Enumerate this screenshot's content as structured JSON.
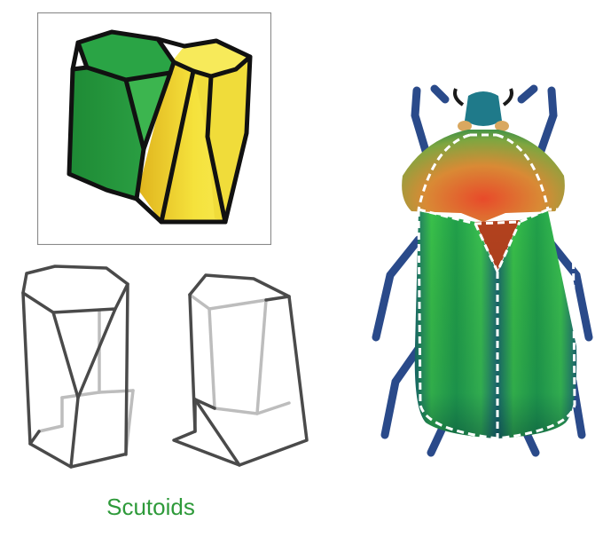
{
  "caption": "Scutoids",
  "colors": {
    "caption": "#2e9a3a",
    "green_solid": "#1a9a3a",
    "yellow_solid": "#f2e23a",
    "wire_dark": "#4a4a4a",
    "wire_light": "#b8b8b8",
    "beetle_green": "#1f9a4a",
    "beetle_orange": "#d9752a",
    "dash_outline": "#ffffff"
  },
  "figures": [
    {
      "name": "colored-scutoid-pair",
      "description_icon": "scutoid-solid-icon"
    },
    {
      "name": "wireframe-scutoid-left",
      "description_icon": "scutoid-wireframe-icon"
    },
    {
      "name": "wireframe-scutoid-right",
      "description_icon": "scutoid-wireframe-icon"
    },
    {
      "name": "beetle-photo",
      "description_icon": "beetle-icon"
    }
  ]
}
